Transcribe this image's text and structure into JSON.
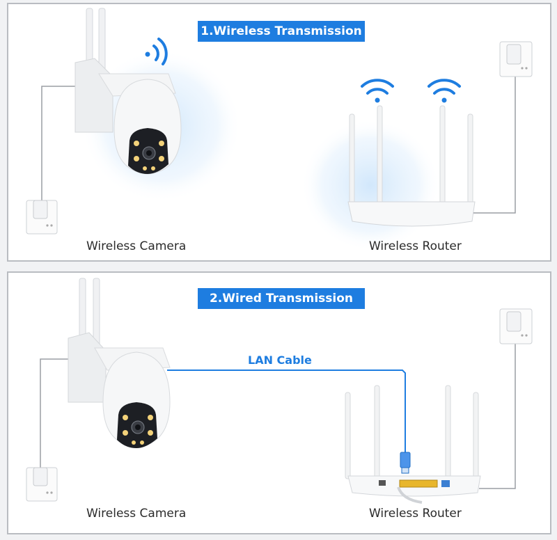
{
  "sections": [
    {
      "title": "1.Wireless Transmission",
      "camera_label": "Wireless Camera",
      "router_label": "Wireless Router"
    },
    {
      "title": "2.Wired Transmission",
      "camera_label": "Wireless Camera",
      "router_label": "Wireless Router",
      "cable_label": "LAN Cable"
    }
  ],
  "colors": {
    "accent": "#1e7de0",
    "panel_border": "#b9bcc1",
    "background": "#f1f2f4"
  }
}
